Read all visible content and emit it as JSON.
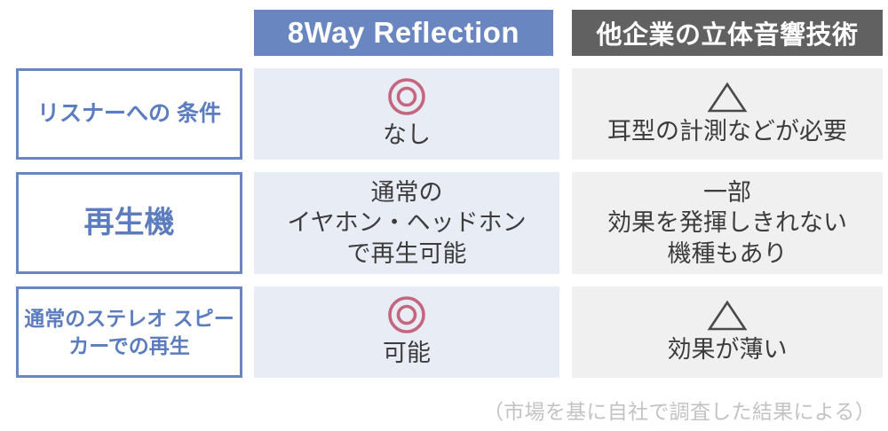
{
  "table": {
    "headers": {
      "label_column": "",
      "product": "8Way Reflection",
      "competitor": "他企業の立体音響技術"
    },
    "rows": [
      {
        "label": "リスナーへの\n条件",
        "label_lines": [
          "リスナーへの",
          "条件"
        ],
        "product": {
          "symbol": "double-circle",
          "symbol_char": "◎",
          "lines": [
            "なし"
          ]
        },
        "competitor": {
          "symbol": "triangle",
          "symbol_char": "△",
          "lines": [
            "耳型の計測などが必要"
          ]
        }
      },
      {
        "label": "再生機",
        "label_lines": [
          "再生機"
        ],
        "product": {
          "symbol": "none",
          "symbol_char": "",
          "lines": [
            "通常の",
            "イヤホン・ヘッドホン",
            "で再生可能"
          ]
        },
        "competitor": {
          "symbol": "none",
          "symbol_char": "",
          "lines": [
            "一部",
            "効果を発揮しきれない",
            "機種もあり"
          ]
        }
      },
      {
        "label": "通常のステレオ\nスピーカーでの再生",
        "label_lines": [
          "通常のステレオ",
          "スピーカーでの再生"
        ],
        "product": {
          "symbol": "double-circle",
          "symbol_char": "◎",
          "lines": [
            "可能"
          ]
        },
        "competitor": {
          "symbol": "triangle",
          "symbol_char": "△",
          "lines": [
            "効果が薄い"
          ]
        }
      }
    ]
  },
  "footnote": "（市場を基に自社で調査した結果による）",
  "colors": {
    "product_header_bg": "#6a86c0",
    "competitor_header_bg": "#616161",
    "product_cell_bg": "#e8ecf5",
    "competitor_cell_bg": "#f0f0f0",
    "label_border": "#6a86c0",
    "label_text": "#5b7cbe",
    "symbol_good": "#c4667f",
    "symbol_warn": "#4a4a4a",
    "body_text": "#3c3c3c",
    "footnote_text": "#c3c3c3"
  }
}
